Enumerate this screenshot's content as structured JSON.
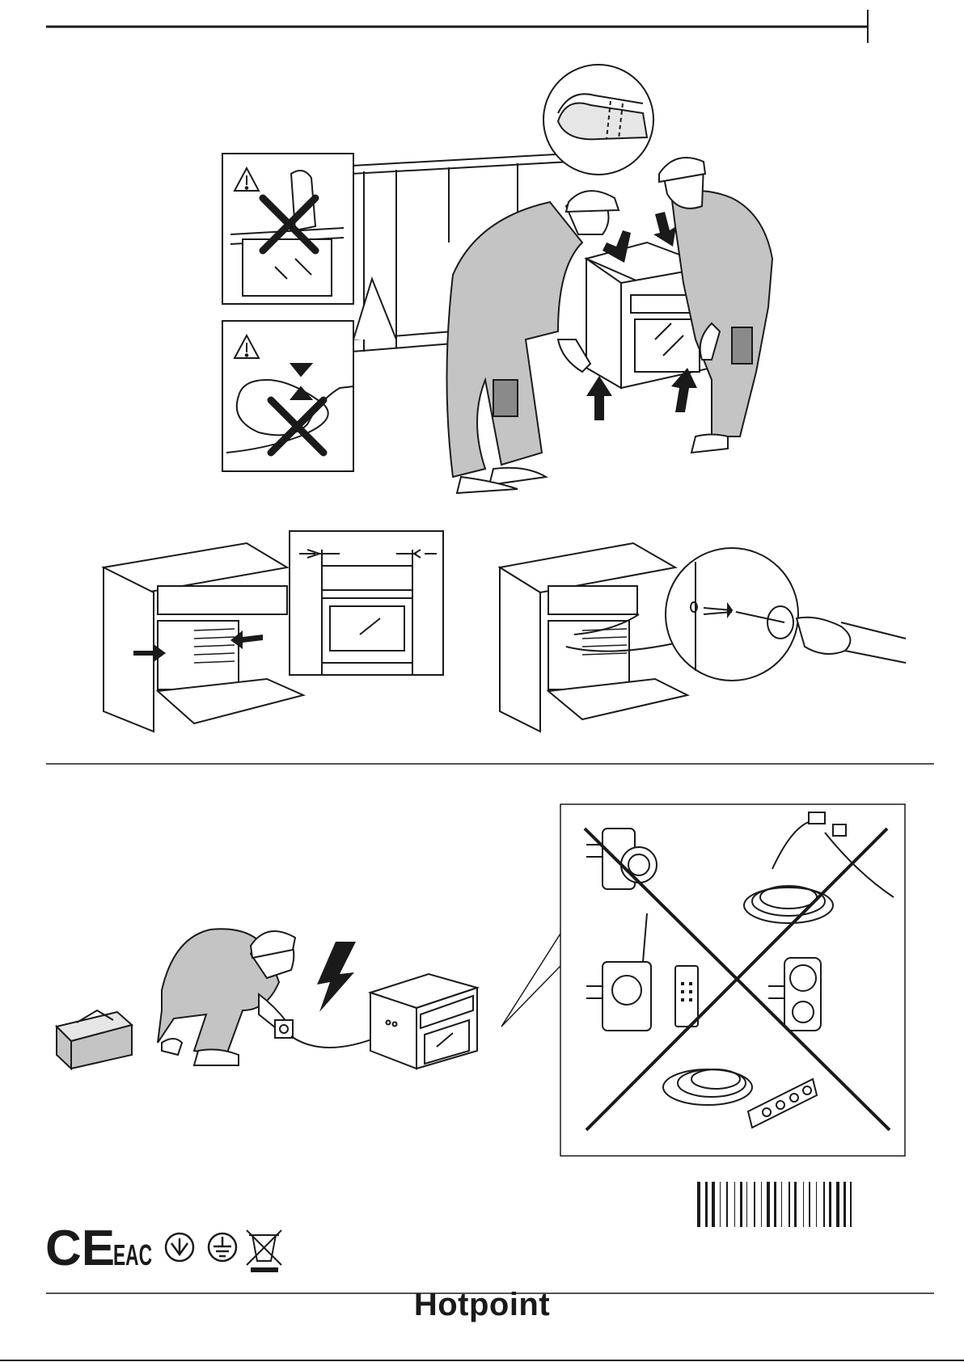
{
  "brand": {
    "name": "Hotpoint"
  },
  "marks": {
    "ce": "CE",
    "eac": "EAC"
  },
  "colors": {
    "ink": "#1a1a1a",
    "figure_fill": "#c4c4c4",
    "figure_dark": "#8a8a8a"
  },
  "icons": [
    "warning-triangle-icon",
    "cross-out-icon",
    "protective-glove-icon",
    "lightning-bolt-icon",
    "toolbox-icon",
    "earth-ground-icon",
    "rcm-mark-icon",
    "weee-bin-icon",
    "barcode-icon"
  ]
}
